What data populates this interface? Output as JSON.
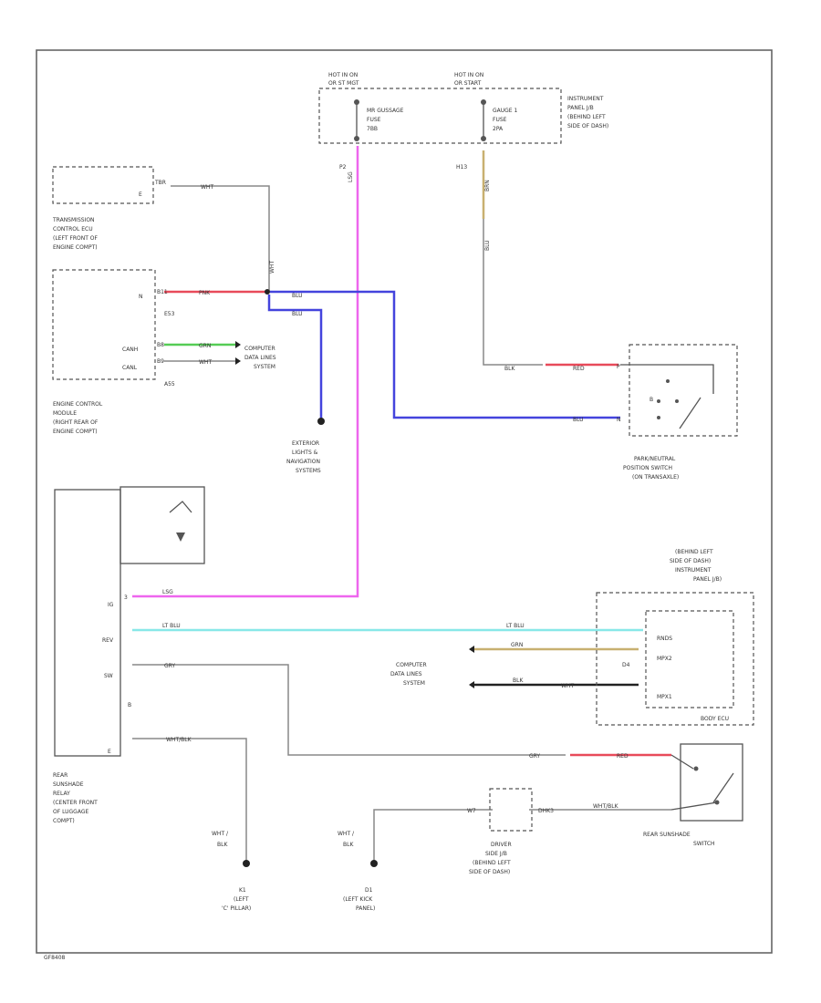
{
  "colors": {
    "pink": "#ee66ee",
    "blue": "#4444dd",
    "red": "#e84a5a",
    "green": "#55cc55",
    "cyan": "#88e8e8",
    "tan": "#c8b070",
    "black": "#222222",
    "gray": "#888888"
  },
  "fuses": {
    "left_hot": [
      "HOT IN ON",
      "OR ST MGT"
    ],
    "left_fuse": [
      "MR GUSSAGE",
      "FUSE",
      "7BB"
    ],
    "right_hot": [
      "HOT IN ON",
      "OR START"
    ],
    "right_fuse": [
      "GAUGE 1",
      "FUSE",
      "2PA"
    ],
    "ijb": [
      "INSTRUMENT",
      "PANEL J/B",
      "(BEHIND LEFT",
      "SIDE OF DASH)"
    ],
    "pin_p2": "P2",
    "pin_h13": "H13",
    "wire_left": "LSG",
    "wire_right_top": "BRN",
    "wire_right_bottom": "BLU"
  },
  "tcm": {
    "label": [
      "TRANSMISSION",
      "CONTROL ECU",
      "(LEFT FRONT OF",
      "ENGINE COMPT)"
    ],
    "pin": "TBR",
    "wire": "WHT",
    "wire_vertical": "WHT"
  },
  "ecm": {
    "label": [
      "ENGINE CONTROL",
      "MODULE",
      "(RIGHT REAR OF",
      "ENGINE COMPT)"
    ],
    "pin_left_1": "N",
    "pin_left_2": "CANH",
    "pin_left_3": "CANL",
    "pin_1": "B11",
    "pin_2": "B8",
    "pin_3": "B9",
    "sub_1": "E53",
    "sub_2": "A55",
    "wire_pnk": "PNK",
    "wire_grn": "GRN",
    "wire_wht": "WHT",
    "wire_blu_1": "BLU",
    "wire_blu_2": "BLU",
    "computer": [
      "COMPUTER",
      "DATA LINES",
      "SYSTEM"
    ]
  },
  "ext_lights": [
    "EXTERIOR",
    "LIGHTS &",
    "NAVIGATION",
    "SYSTEMS"
  ],
  "park_switch": {
    "label": [
      "PARK/NEUTRAL",
      "POSITION SWITCH",
      "(ON TRANSAXLE)"
    ],
    "pin_1": "P",
    "pin_2": "N",
    "pin_3": "B",
    "wire_blk": "BLK",
    "wire_red": "RED",
    "wire_blu": "BLU"
  },
  "relay": {
    "label": [
      "REAR",
      "SUNSHADE",
      "RELAY",
      "(CENTER FRONT",
      "OF LUGGAGE",
      "COMPT)"
    ],
    "pin_ig": "IG",
    "pin_rev": "REV",
    "pin_sw": "SW",
    "pin_e": "E",
    "pin_b": "B",
    "wire_lsg": "LSG",
    "wire_ltblu": "LT BLU",
    "wire_gry": "GRY",
    "wire_whtblk": "WHT/BLK",
    "connector": "3"
  },
  "body_ecu": {
    "location": [
      "(BEHIND LEFT",
      "SIDE OF DASH)",
      "INSTRUMENT",
      "PANEL J/B)"
    ],
    "label": "BODY ECU",
    "pin_rnds": "RNDS",
    "pin_mpx2": "MPX2",
    "pin_mpx1": "MPX1",
    "pin_d4": "D4",
    "wire_ltblu": "LT BLU",
    "wire_grn": "GRN",
    "wire_blk": "BLK",
    "wire_wht": "WHT",
    "computer": [
      "COMPUTER",
      "DATA LINES",
      "SYSTEM"
    ]
  },
  "sunshade_switch": {
    "label": [
      "REAR SUNSHADE",
      "SWITCH"
    ],
    "wire_gry": "GRY",
    "wire_red": "RED",
    "wire_whtblk": "WHT/BLK"
  },
  "driver_jb": {
    "label": [
      "DRIVER",
      "SIDE J/B",
      "(BEHIND LEFT",
      "SIDE OF DASH)"
    ],
    "pin_left": "W7",
    "pin_right": "DHK3"
  },
  "grounds": {
    "g1_wire": [
      "WHT /",
      "BLK"
    ],
    "g1_label": [
      "K1",
      "(LEFT",
      "'C' PILLAR)"
    ],
    "g2_wire": [
      "WHT /",
      "BLK"
    ],
    "g2_label": [
      "D1",
      "(LEFT KICK",
      "PANEL)"
    ]
  },
  "footer_code": "GF8408"
}
